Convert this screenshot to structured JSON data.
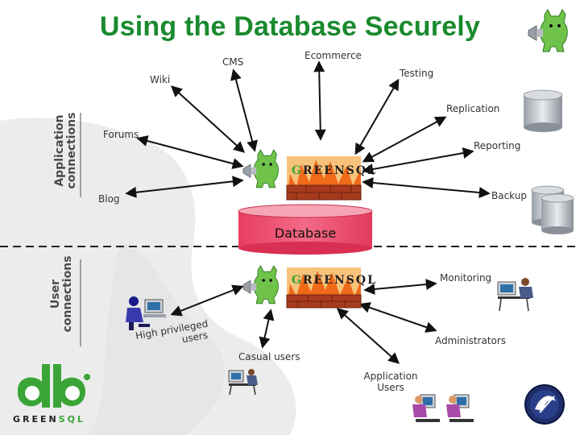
{
  "title": "Using the Database Securely",
  "side_labels": {
    "application": [
      "Application",
      "connections"
    ],
    "user": [
      "User",
      "connections"
    ]
  },
  "database_label": "Database",
  "greensql": {
    "g_letters": "G",
    "word_mid": "REEN",
    "s": "S",
    "q": "Q",
    "l": "L"
  },
  "app_nodes": {
    "cms": "CMS",
    "ecommerce": "Ecommerce",
    "wiki": "Wiki",
    "testing": "Testing",
    "replication": "Replication",
    "forums": "Forums",
    "reporting": "Reporting",
    "blog": "Blog",
    "backup": "Backup"
  },
  "user_nodes": {
    "monitoring": "Monitoring",
    "high_privileged": [
      "High privileged",
      "users"
    ],
    "administrators": "Administrators",
    "casual_users": "Casual users",
    "application_users": [
      "Application",
      "Users"
    ]
  },
  "logo": {
    "g": "GREEN",
    "rest": "SQL"
  },
  "colors": {
    "title": "#1a8a2e",
    "database_fill": "#ef4a6a",
    "database_top": "#f6a5b4",
    "flame": "#f06a1a",
    "brick": "#a83a1e",
    "green_brand": "#3aa536"
  }
}
